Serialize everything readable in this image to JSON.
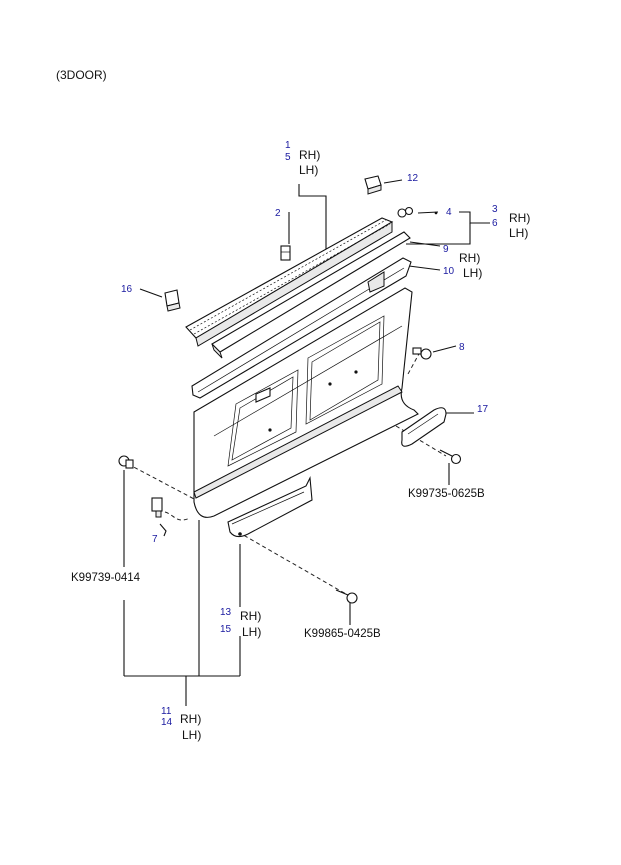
{
  "header": {
    "variant": "(3DOOR)"
  },
  "callouts": {
    "c1": "1",
    "c5": "5",
    "c2": "2",
    "c12": "12",
    "c4": "4",
    "c3": "3",
    "c6": "6",
    "c9": "9",
    "c10": "10",
    "c16": "16",
    "c8": "8",
    "c17": "17",
    "c7": "7",
    "c13": "13",
    "c15": "15",
    "c11": "11",
    "c14": "14"
  },
  "side_labels": {
    "rh": "RH)",
    "lh": "LH)"
  },
  "part_numbers": {
    "p_k99735": "K99735-0625B",
    "p_k99739": "K99739-0414",
    "p_k99865": "K99865-0425B"
  }
}
